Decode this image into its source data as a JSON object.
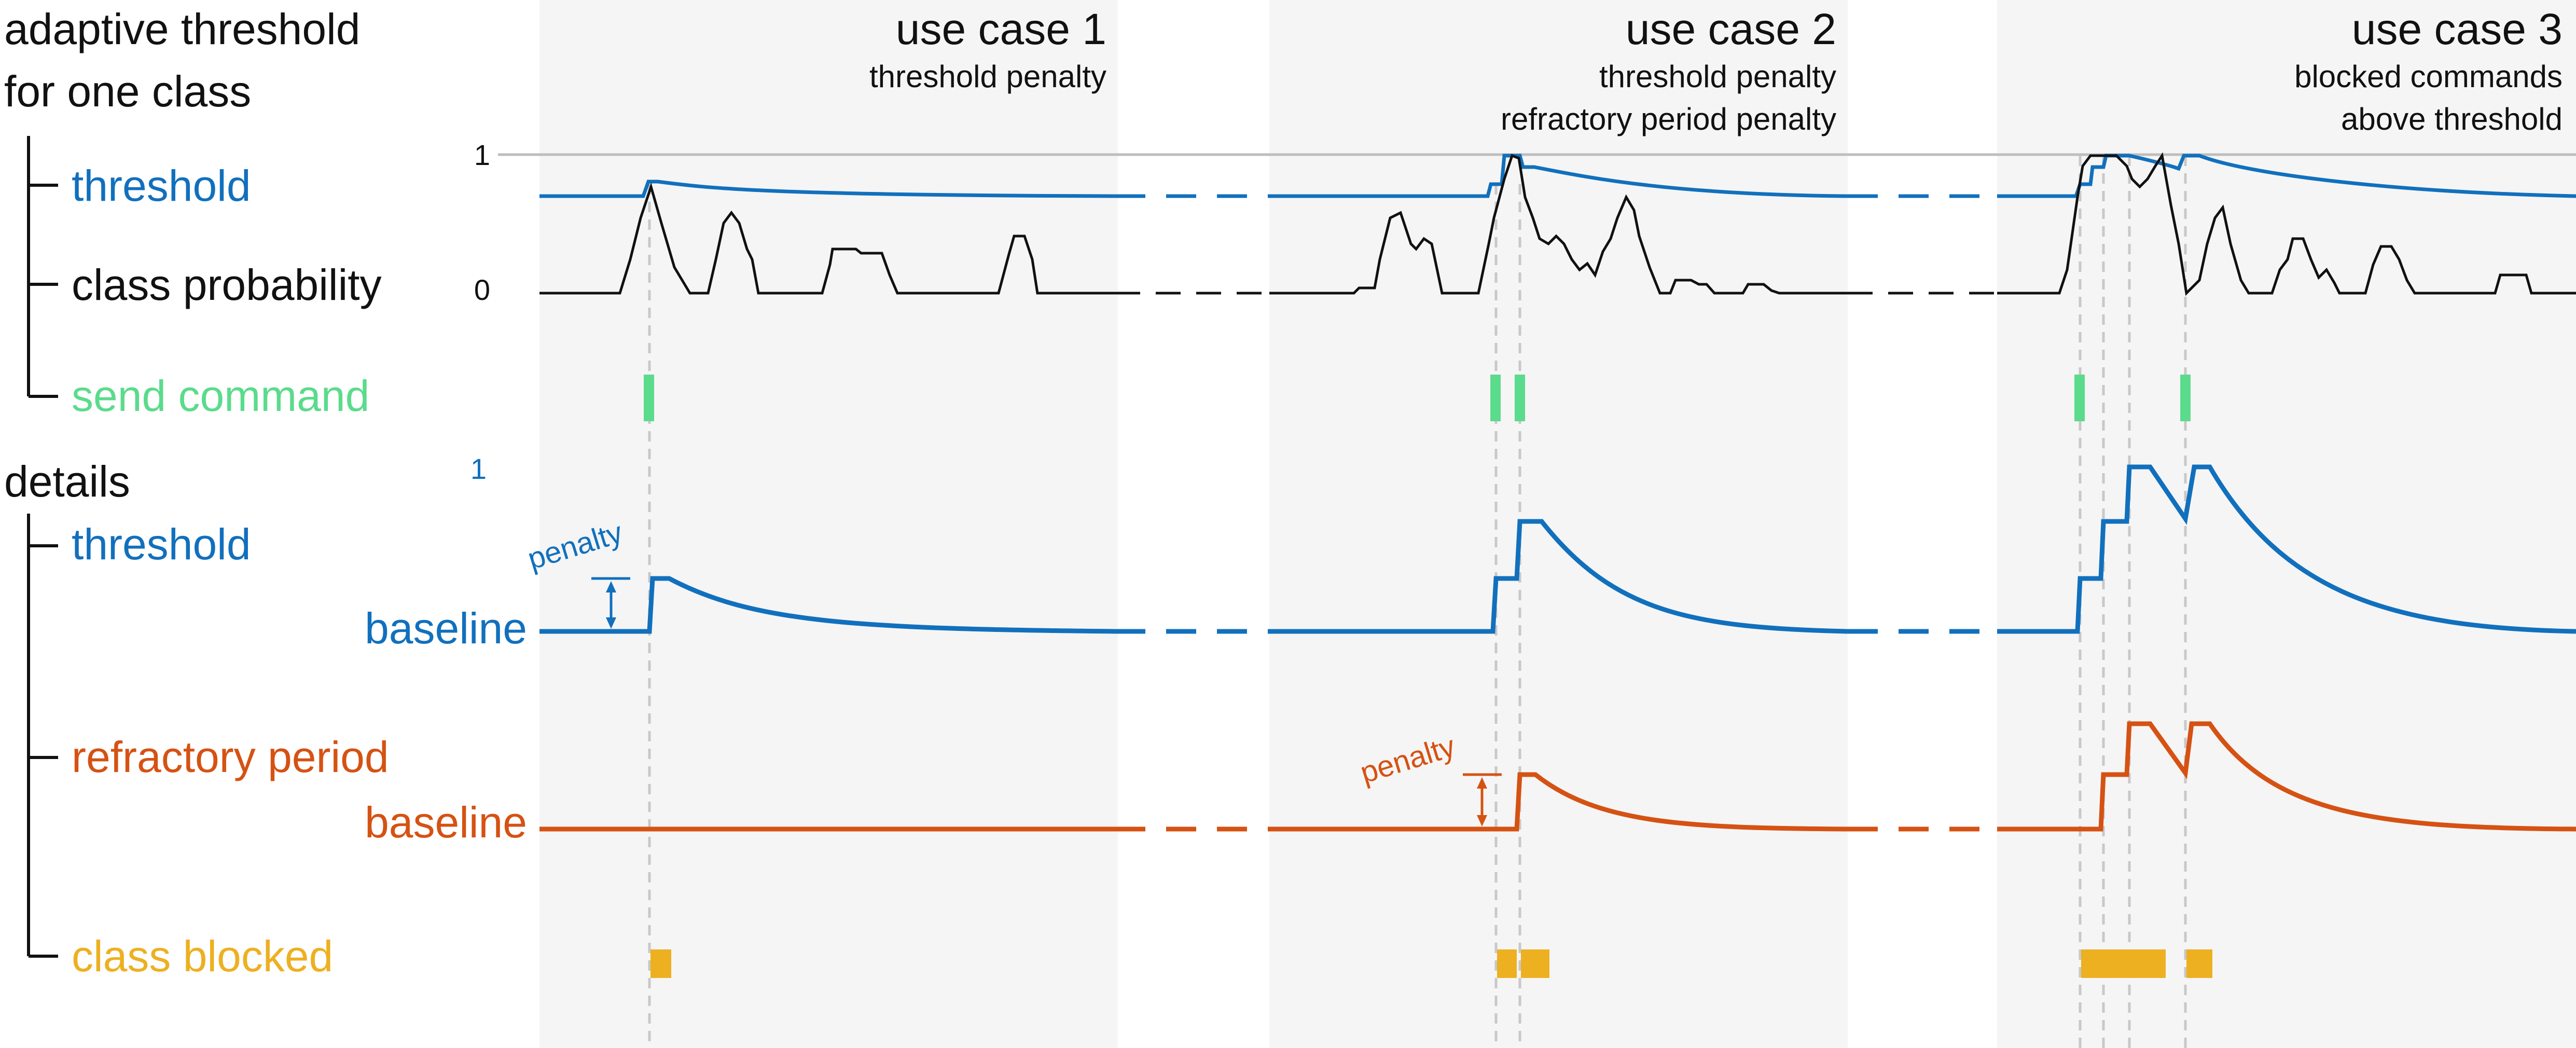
{
  "colors": {
    "threshold": "#1170BD",
    "probability": "#111111",
    "send": "#5BDB8C",
    "refractory": "#D55213",
    "blocked": "#EDB021",
    "panel_bg": "#F5F5F5",
    "guide": "#C8C8C8",
    "text": "#111111"
  },
  "left_labels": {
    "title_line1": "adaptive threshold",
    "title_line2": "for one class",
    "threshold": "threshold",
    "class_probability": "class probability",
    "send_command": "send command",
    "details": "details",
    "details_threshold": "threshold",
    "baseline_threshold": "baseline",
    "refractory_period": "refractory period",
    "baseline_refractory": "baseline",
    "class_blocked": "class blocked"
  },
  "ticks": {
    "prob_one": "1",
    "prob_zero": "0",
    "details_one": "1"
  },
  "use_cases": [
    {
      "title": "use case 1",
      "lines": [
        "threshold penalty"
      ]
    },
    {
      "title": "use case 2",
      "lines": [
        "threshold penalty",
        "refractory period penalty"
      ]
    },
    {
      "title": "use case 3",
      "lines": [
        "blocked commands",
        "above threshold"
      ]
    }
  ],
  "penalty_labels": {
    "threshold": "penalty",
    "refractory": "penalty"
  }
}
